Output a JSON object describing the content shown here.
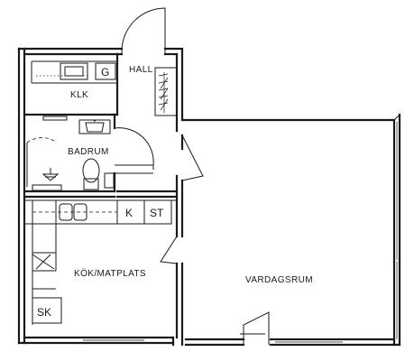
{
  "plan": {
    "rooms": {
      "hall": "HALL",
      "kitchenette": "KLK",
      "bathroom": "BADRUM",
      "kitchen": "KÖK/MATPLATS",
      "living_room": "VARDAGSRUM"
    },
    "fixtures": {
      "kitchenette_g": "G",
      "kitchen_k": "K",
      "kitchen_st": "ST",
      "kitchen_sk": "SK"
    }
  }
}
